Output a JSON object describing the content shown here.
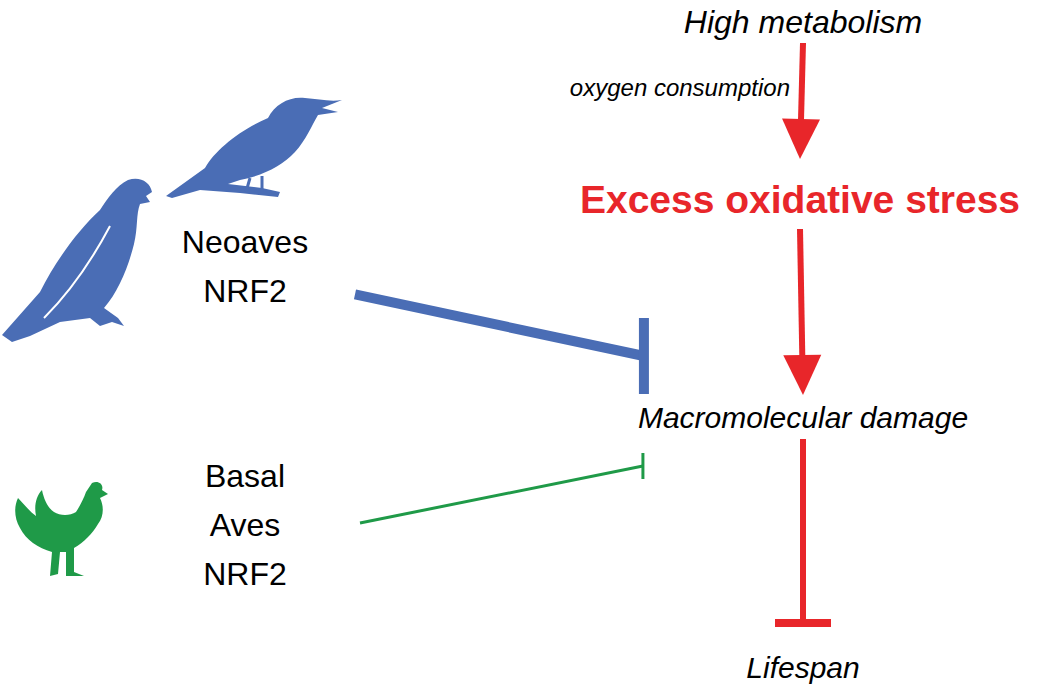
{
  "diagram": {
    "nodes": [
      {
        "text": [
          "High metabolism"
        ]
      },
      {
        "text": [
          "Excess oxidative stress"
        ]
      },
      {
        "text": [
          "Neoaves NRF2"
        ]
      },
      {
        "text": [
          "Macromolecular damage"
        ]
      },
      {
        "text": [
          "Basal Aves NRF2"
        ]
      },
      {
        "text": [
          "Lifespan"
        ]
      }
    ],
    "edges": [
      {
        "from": 0,
        "to": 1,
        "arrow": "to",
        "label": "oxygen consumption"
      },
      {
        "from": 1,
        "to": 3,
        "arrow": "to"
      },
      {
        "from": 2,
        "to": 3,
        "arrow": "to"
      },
      {
        "from": 4,
        "to": 3,
        "arrow": "to"
      },
      {
        "from": 3,
        "to": 5,
        "arrow": "to"
      }
    ]
  }
}
